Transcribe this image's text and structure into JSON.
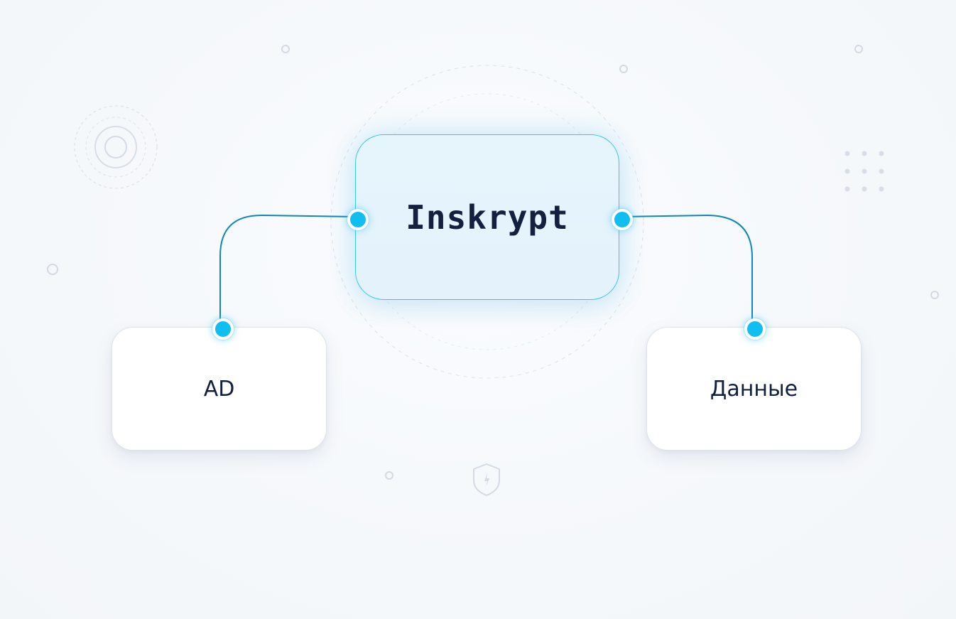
{
  "diagram": {
    "nodes": [
      {
        "id": "center",
        "label": "Inskrypt"
      },
      {
        "id": "left",
        "label": "AD"
      },
      {
        "id": "right",
        "label": "Данные"
      }
    ],
    "edges": [
      {
        "from": "center",
        "to": "left"
      },
      {
        "from": "center",
        "to": "right"
      }
    ],
    "colors": {
      "accent": "#10bff0",
      "connector": "#1287b6",
      "center_border": "#39c6ea",
      "center_fill": "#e6f4fc",
      "text": "#14203f",
      "decor": "#d5dbe5"
    },
    "decorations": [
      "concentric-circles-icon",
      "dot-grid-icon",
      "shield-icon",
      "ring-dots"
    ]
  }
}
